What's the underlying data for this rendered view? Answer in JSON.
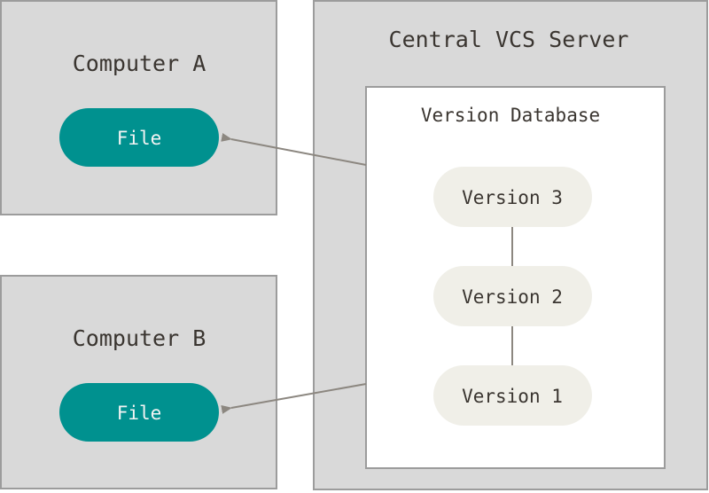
{
  "computer_a": {
    "title": "Computer A",
    "file": "File"
  },
  "computer_b": {
    "title": "Computer B",
    "file": "File"
  },
  "server": {
    "title": "Central VCS Server",
    "database": {
      "title": "Version Database",
      "versions": [
        "Version 3",
        "Version 2",
        "Version 1"
      ]
    }
  },
  "colors": {
    "box_fill": "#d9d9d9",
    "box_stroke": "#9c9c9c",
    "file_fill": "#00918f",
    "version_fill": "#f0efe8",
    "text": "#3a3530",
    "arrow": "#8c8780"
  }
}
